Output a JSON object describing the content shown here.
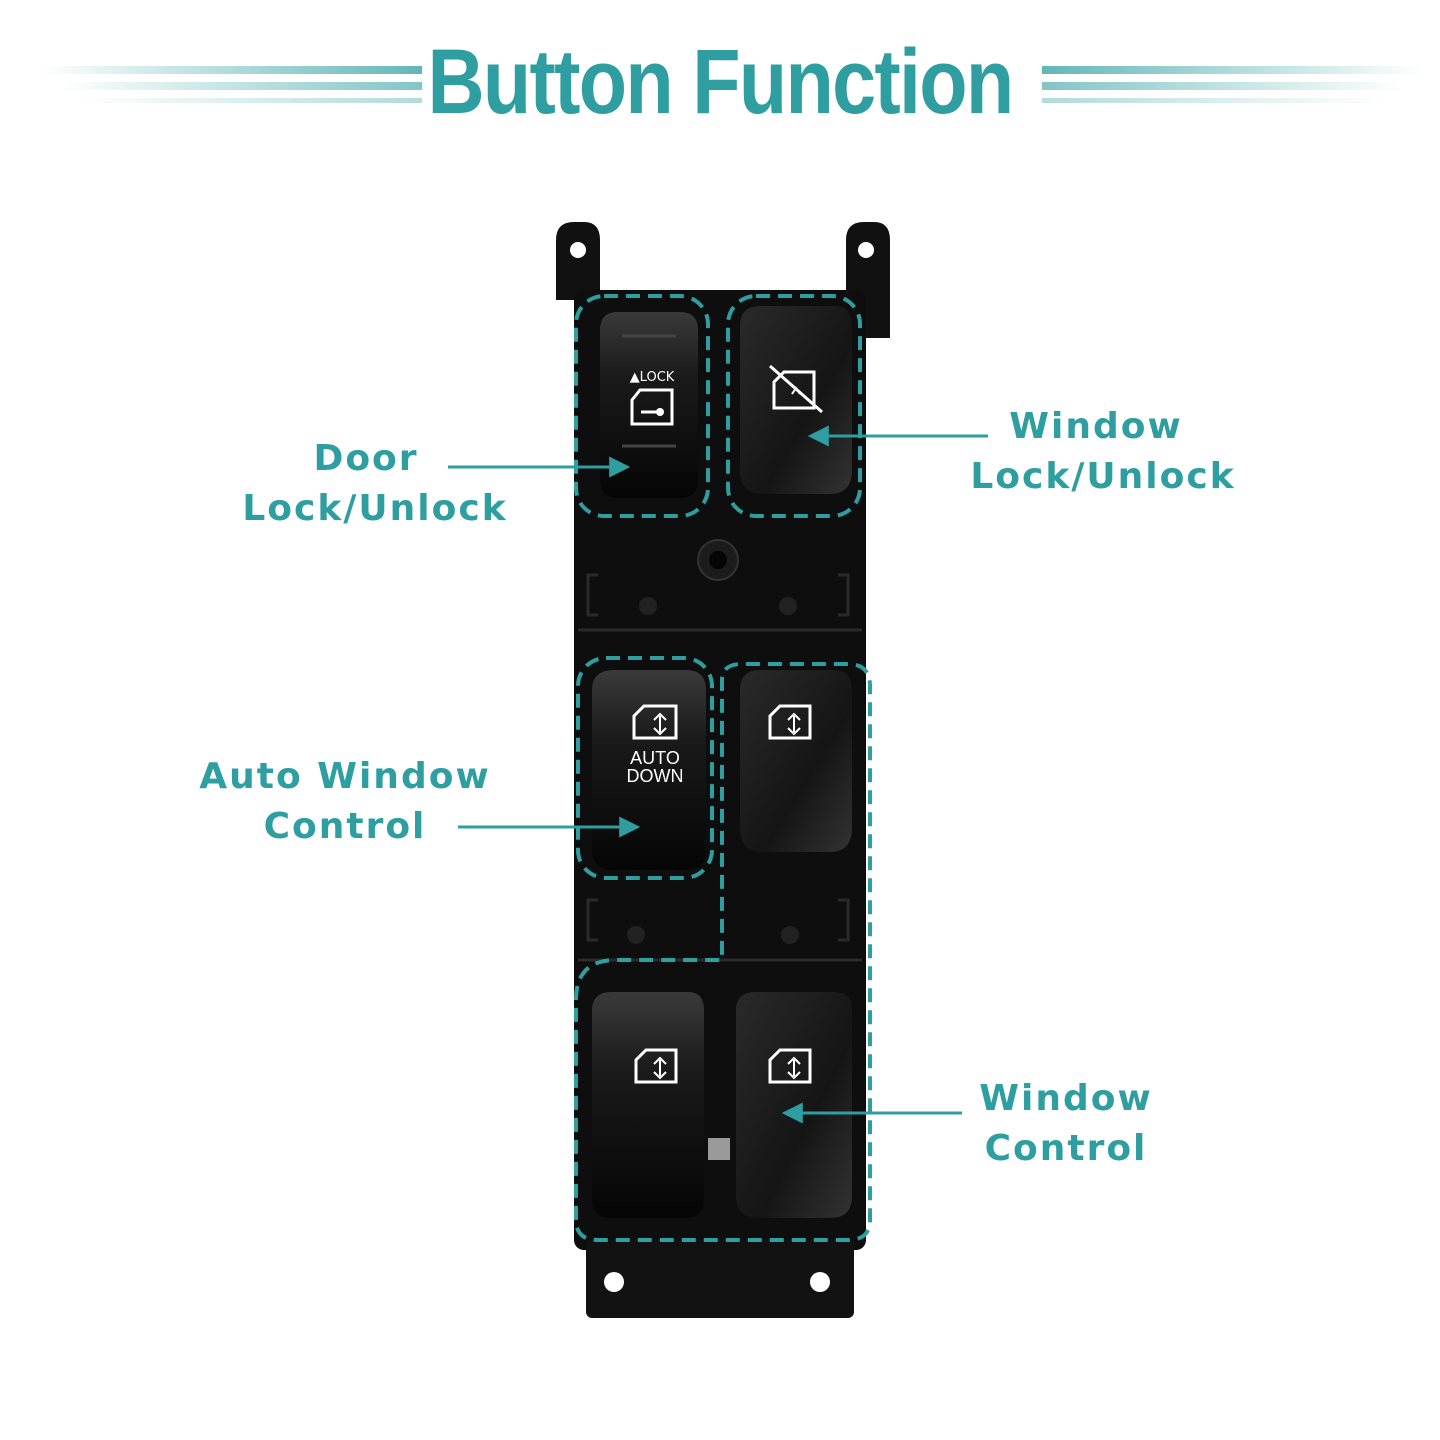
{
  "title": "Button Function",
  "colors": {
    "accent": "#2f9ea0",
    "switch_body": "#0e0e0e",
    "background": "#ffffff"
  },
  "callouts": {
    "door_lock": {
      "line1": "Door",
      "line2": "Lock/Unlock"
    },
    "window_lock": {
      "line1": "Window",
      "line2": "Lock/Unlock"
    },
    "auto_window": {
      "line1": "Auto Window",
      "line2": "Control"
    },
    "window_control": {
      "line1": "Window",
      "line2": "Control"
    }
  },
  "switch_markings": {
    "lock_label": "▲LOCK",
    "auto_label_1": "AUTO",
    "auto_label_2": "DOWN"
  },
  "icons": [
    "door-key-icon",
    "window-lock-icon",
    "window-up-down-icon"
  ]
}
